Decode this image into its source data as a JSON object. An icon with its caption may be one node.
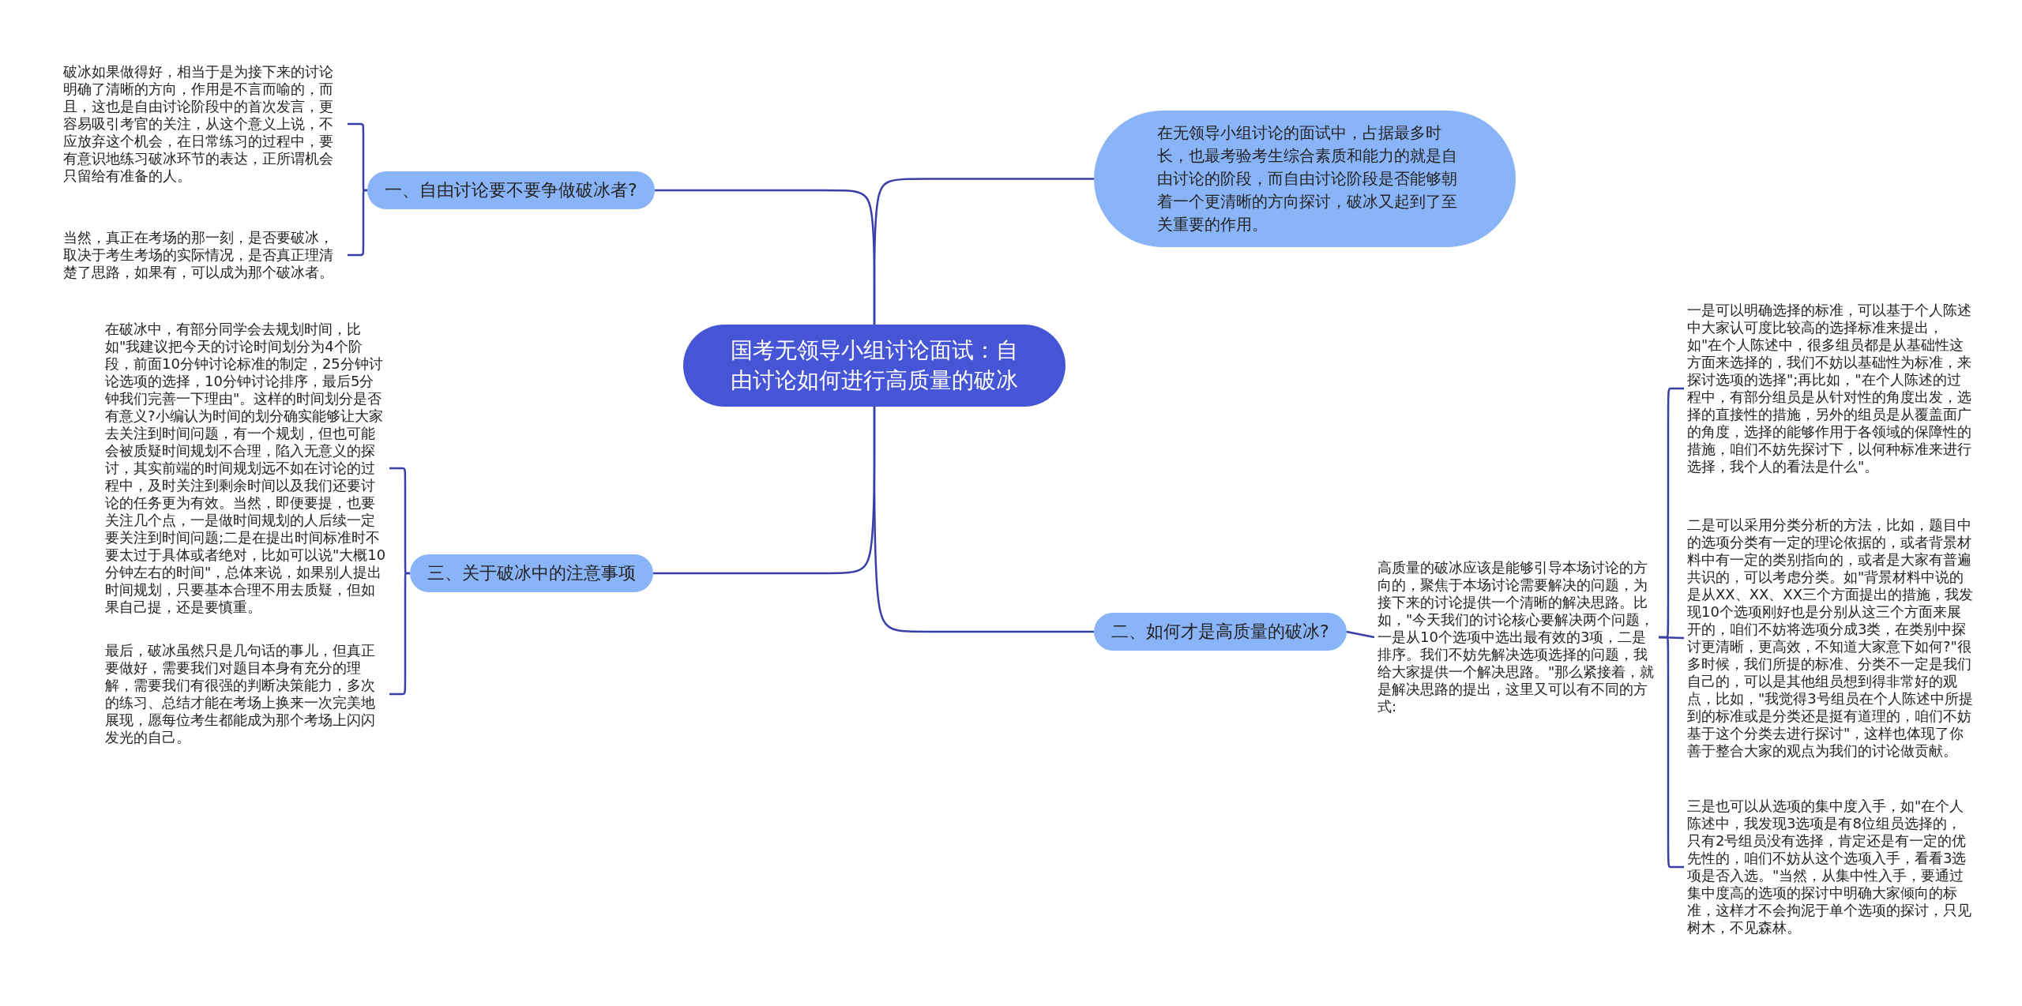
{
  "diagram": {
    "nodes": [
      {
        "text": [
          "国考无领导小组讨论面试：自由讨论如何进行高质量的破冰"
        ]
      },
      {
        "text": [
          "在无领导小组讨论的面试中，占据最多时长，也最考验考生综合素质和能力的就是自由讨论的阶段，而自由讨论阶段是否能够朝着一个更清晰的方向探讨，破冰又起到了至关重要的作用。"
        ]
      },
      {
        "text": [
          "一、自由讨论要不要争做破冰者?"
        ]
      },
      {
        "text": [
          "破冰如果做得好，相当于是为接下来的讨论明确了清晰的方向，作用是不言而喻的，而且，这也是自由讨论阶段中的首次发言，更容易吸引考官的关注，从这个意义上说，不应放弃这个机会，在日常练习的过程中，要有意识地练习破冰环节的表达，正所谓机会只留给有准备的人。"
        ]
      },
      {
        "text": [
          "当然，真正在考场的那一刻，是否要破冰，取决于考生考场的实际情况，是否真正理清楚了思路，如果有，可以成为那个破冰者。"
        ]
      },
      {
        "text": [
          "三、关于破冰中的注意事项"
        ]
      },
      {
        "text": [
          "在破冰中，有部分同学会去规划时间，比如\"我建议把今天的讨论时间划分为4个阶段，前面10分钟讨论标准的制定，25分钟讨论选项的选择，10分钟讨论排序，最后5分钟我们完善一下理由\"。这样的时间划分是否有意义?小编认为时间的划分确实能够让大家去关注到时间问题，有一个规划，但也可能会被质疑时间规划不合理，陷入无意义的探讨，其实前端的时间规划远不如在讨论的过程中，及时关注到剩余时间以及我们还要讨论的任务更为有效。当然，即便要提，也要关注几个点，一是做时间规划的人后续一定要关注到时间问题;二是在提出时间标准时不要太过于具体或者绝对，比如可以说\"大概10分钟左右的时间\"，总体来说，如果别人提出时间规划，只要基本合理不用去质疑，但如果自己提，还是要慎重。"
        ]
      },
      {
        "text": [
          "最后，破冰虽然只是几句话的事儿，但真正要做好，需要我们对题目本身有充分的理解，需要我们有很强的判断决策能力，多次的练习、总结才能在考场上换来一次完美地展现，愿每位考生都能成为那个考场上闪闪发光的自己。"
        ]
      },
      {
        "text": [
          "二、如何才是高质量的破冰?"
        ]
      },
      {
        "text": [
          "高质量的破冰应该是能够引导本场讨论的方向的，聚焦于本场讨论需要解决的问题，为接下来的讨论提供一个清晰的解决思路。比如，\"今天我们的讨论核心要解决两个问题，一是从10个选项中选出最有效的3项，二是排序。我们不妨先解决选项选择的问题，我给大家提供一个解决思路。\"那么紧接着，就是解决思路的提出，这里又可以有不同的方式:"
        ]
      },
      {
        "text": [
          "一是可以明确选择的标准，可以基于个人陈述中大家认可度比较高的选择标准来提出，如\"在个人陈述中，很多组员都是从基础性这方面来选择的，我们不妨以基础性为标准，来探讨选项的选择\";再比如，\"在个人陈述的过程中，有部分组员是从针对性的角度出发，选择的直接性的措施，另外的组员是从覆盖面广的角度，选择的能够作用于各领域的保障性的措施，咱们不妨先探讨下，以何种标准来进行选择，我个人的看法是什么\"。"
        ]
      },
      {
        "text": [
          "二是可以采用分类分析的方法，比如，题目中的选项分类有一定的理论依据的，或者背景材料中有一定的类别指向的，或者是大家有普遍共识的，可以考虑分类。如\"背景材料中说的是从XX、XX、XX三个方面提出的措施，我发现10个选项刚好也是分别从这三个方面来展开的，咱们不妨将选项分成3类，在类别中探讨更清晰，更高效，不知道大家意下如何?\"很多时候，我们所提的标准、分类不一定是我们自己的，可以是其他组员想到得非常好的观点，比如，\"我觉得3号组员在个人陈述中所提到的标准或是分类还是挺有道理的，咱们不妨基于这个分类去进行探讨\"，这样也体现了你善于整合大家的观点为我们的讨论做贡献。"
        ]
      },
      {
        "text": [
          "三是也可以从选项的集中度入手，如\"在个人陈述中，我发现3选项是有8位组员选择的，只有2号组员没有选择，肯定还是有一定的优先性的，咱们不妨从这个选项入手，看看3选项是否入选。\"当然，从集中性入手，要通过集中度高的选项的探讨中明确大家倾向的标准，这样才不会拘泥于单个选项的探讨，只见树木，不见森林。"
        ]
      }
    ],
    "edges": [
      {
        "from": 0,
        "to": 1,
        "arrow": "none"
      },
      {
        "from": 0,
        "to": 2,
        "arrow": "none"
      },
      {
        "from": 0,
        "to": 5,
        "arrow": "none"
      },
      {
        "from": 0,
        "to": 8,
        "arrow": "none"
      },
      {
        "from": 2,
        "to": 3,
        "arrow": "none"
      },
      {
        "from": 2,
        "to": 4,
        "arrow": "none"
      },
      {
        "from": 5,
        "to": 6,
        "arrow": "none"
      },
      {
        "from": 5,
        "to": 7,
        "arrow": "none"
      },
      {
        "from": 8,
        "to": 9,
        "arrow": "none"
      },
      {
        "from": 9,
        "to": 10,
        "arrow": "none"
      },
      {
        "from": 9,
        "to": 11,
        "arrow": "none"
      },
      {
        "from": 9,
        "to": 12,
        "arrow": "none"
      }
    ]
  }
}
